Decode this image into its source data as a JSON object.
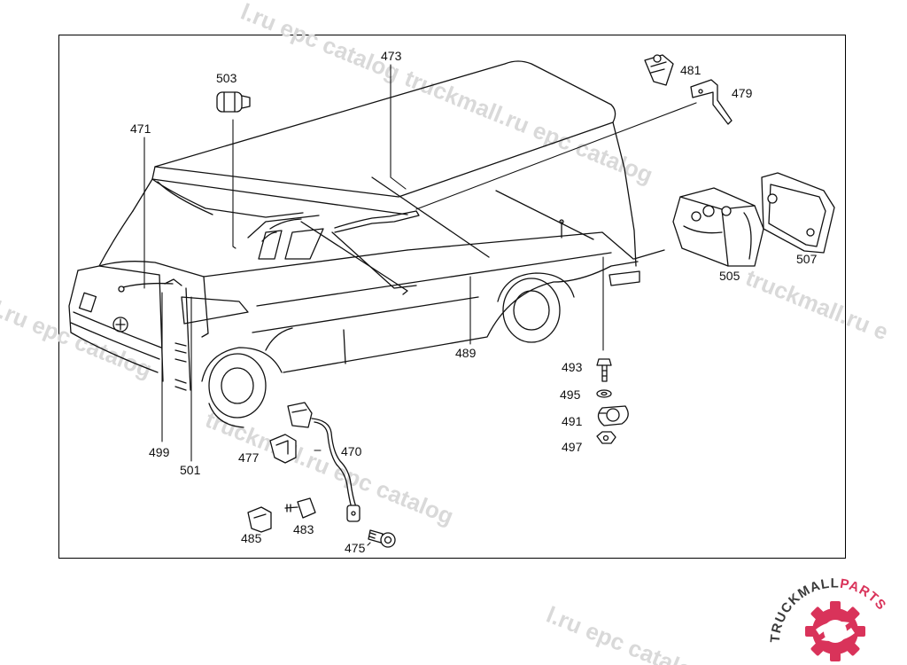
{
  "watermark": {
    "text_a": "truckmall.ru epc catalog",
    "text_b": "l.ru epc catalog",
    "text_c": "truckmall.ru e"
  },
  "callouts": {
    "c470": "470",
    "c471": "471",
    "c473": "473",
    "c475": "475",
    "c477": "477",
    "c479": "479",
    "c481": "481",
    "c483": "483",
    "c485": "485",
    "c489": "489",
    "c491": "491",
    "c493": "493",
    "c495": "495",
    "c497": "497",
    "c499": "499",
    "c501": "501",
    "c503": "503",
    "c505": "505",
    "c507": "507"
  },
  "logo": {
    "truckmall": "TRUCKMALL",
    "parts": "PARTS",
    "brand_dark": "#3a3a3a",
    "brand_accent": "#d9335a"
  }
}
